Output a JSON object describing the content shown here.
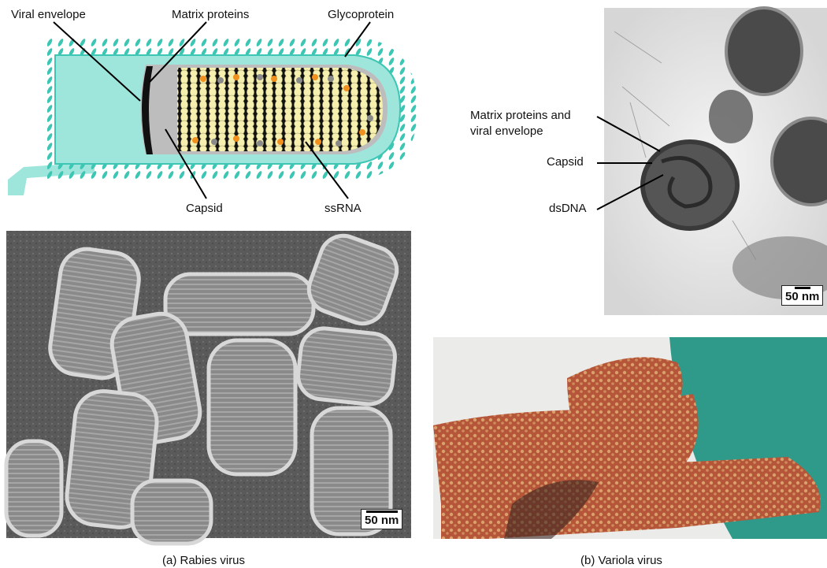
{
  "rabies": {
    "labels": {
      "viral_envelope": "Viral envelope",
      "matrix_proteins": "Matrix proteins",
      "glycoprotein": "Glycoprotein",
      "capsid": "Capsid",
      "ssrna": "ssRNA"
    },
    "scale": "50 nm",
    "caption": "(a) Rabies virus"
  },
  "variola": {
    "labels": {
      "matrix_line1": "Matrix proteins and",
      "matrix_line2": "viral envelope",
      "capsid": "Capsid",
      "dsdna": "dsDNA"
    },
    "scale": "50 nm",
    "caption": "(b) Variola virus"
  },
  "colors": {
    "envelope_teal": "#3cc6b3",
    "envelope_fill": "#9ee6dc",
    "rna_yellow": "#f6f0b0",
    "rna_orange": "#f0901e",
    "skin": "#b5553a",
    "drape_green": "#2f9a8a"
  }
}
